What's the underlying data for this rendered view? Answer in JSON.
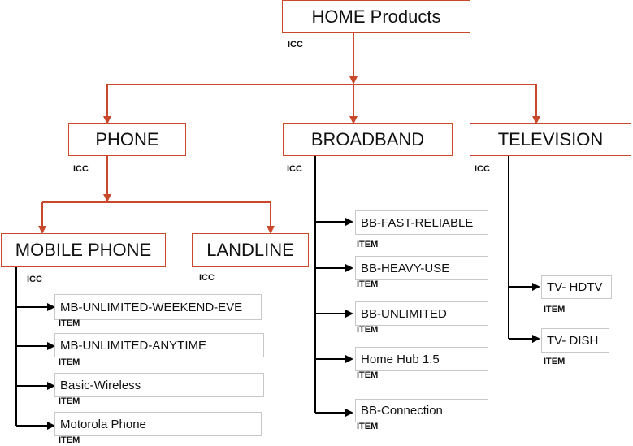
{
  "nodes": {
    "home": {
      "label": "HOME Products",
      "tag": "ICC"
    },
    "phone": {
      "label": "PHONE",
      "tag": "ICC"
    },
    "broadband": {
      "label": "BROADBAND",
      "tag": "ICC"
    },
    "television": {
      "label": "TELEVISION",
      "tag": "ICC"
    },
    "mobile": {
      "label": "MOBILE PHONE",
      "tag": "ICC"
    },
    "landline": {
      "label": "LANDLINE",
      "tag": "ICC"
    }
  },
  "items": {
    "mobile": [
      {
        "label": "MB-UNLIMITED-WEEKEND-EVE",
        "tag": "ITEM"
      },
      {
        "label": "MB-UNLIMITED-ANYTIME",
        "tag": "ITEM"
      },
      {
        "label": "Basic-Wireless",
        "tag": "ITEM"
      },
      {
        "label": "Motorola Phone",
        "tag": "ITEM"
      }
    ],
    "broadband": [
      {
        "label": "BB-FAST-RELIABLE",
        "tag": "ITEM"
      },
      {
        "label": "BB-HEAVY-USE",
        "tag": "ITEM"
      },
      {
        "label": "BB-UNLIMITED",
        "tag": "ITEM"
      },
      {
        "label": "Home Hub 1.5",
        "tag": "ITEM"
      },
      {
        "label": "BB-Connection",
        "tag": "ITEM"
      }
    ],
    "television": [
      {
        "label": "TV- HDTV",
        "tag": "ITEM"
      },
      {
        "label": "TV- DISH",
        "tag": "ITEM"
      }
    ]
  },
  "colors": {
    "connector": "#c9482b",
    "item_connector": "#000000",
    "icc_border": "#c9482b",
    "item_border": "#c8c8c8"
  }
}
